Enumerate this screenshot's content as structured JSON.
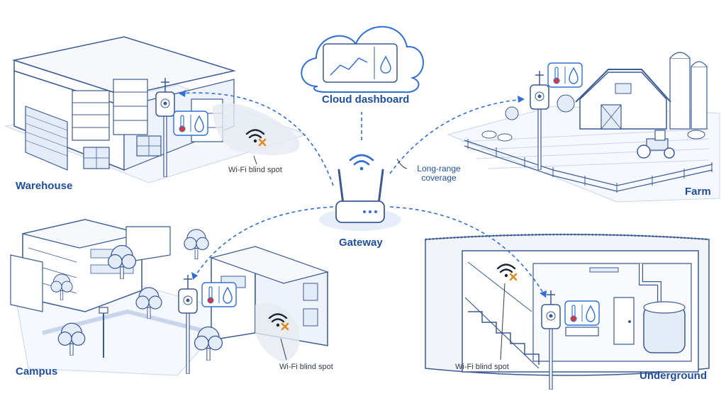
{
  "labels": {
    "warehouse": "Warehouse",
    "farm": "Farm",
    "campus": "Campus",
    "underground": "Underground",
    "cloud": "Cloud dashboard",
    "gateway": "Gateway",
    "long_range_line1": "Long-range",
    "long_range_line2": "coverage",
    "blind_spot": "Wi-Fi blind spot"
  },
  "icons": {
    "sensor": "sensor-device-icon",
    "thermometer": "thermometer-icon",
    "droplet": "water-drop-icon",
    "wifi": "wifi-icon",
    "no_signal": "wifi-off-icon",
    "router": "gateway-router-icon",
    "cloud": "cloud-icon"
  },
  "colors": {
    "accent": "#2f6fd6",
    "line": "#3b5a93",
    "fill": "#eef3fb",
    "soil": "#f1f4f9",
    "warning": "#e08a1e",
    "thermo_red": "#d9363e"
  }
}
